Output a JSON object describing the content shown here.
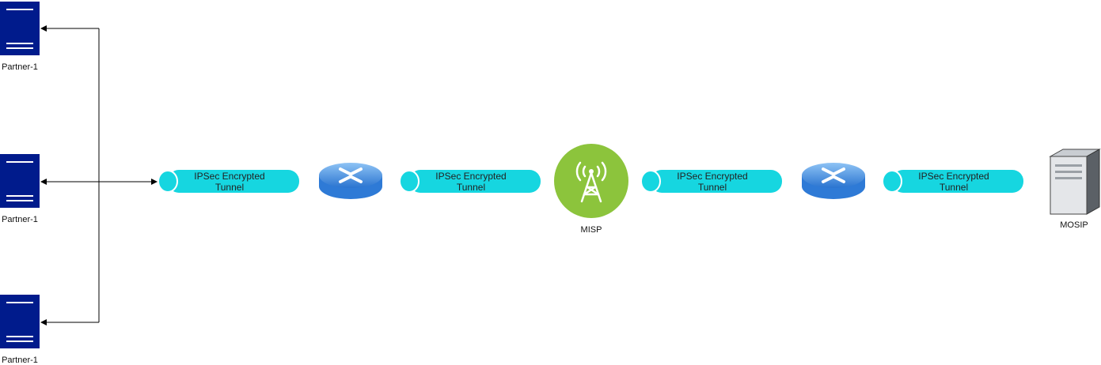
{
  "partners": [
    {
      "label": "Partner-1"
    },
    {
      "label": "Partner-1"
    },
    {
      "label": "Partner-1"
    }
  ],
  "tunnels": [
    {
      "line1": "IPSec Encrypted",
      "line2": "Tunnel"
    },
    {
      "line1": "IPSec Encrypted",
      "line2": "Tunnel"
    },
    {
      "line1": "IPSec Encrypted",
      "line2": "Tunnel"
    },
    {
      "line1": "IPSec Encrypted",
      "line2": "Tunnel"
    }
  ],
  "misp": {
    "label": "MISP"
  },
  "mosip": {
    "label": "MOSIP"
  },
  "colors": {
    "server": "#001b8c",
    "tunnel": "#16d6e0",
    "router": "#3d8fe0",
    "misp": "#8cc43c",
    "mosip": "#5b6066",
    "connector": "#000000"
  }
}
